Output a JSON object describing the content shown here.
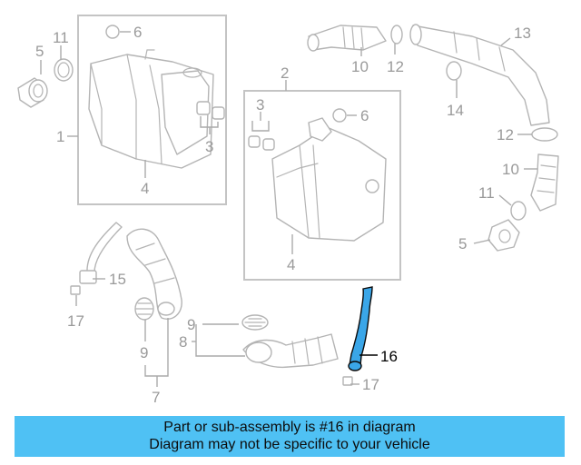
{
  "callouts": {
    "c1": "1",
    "c2": "2",
    "c3a": "3",
    "c3b": "3",
    "c4a": "4",
    "c4b": "4",
    "c5a": "5",
    "c5b": "5",
    "c6a": "6",
    "c6b": "6",
    "c7": "7",
    "c8": "8",
    "c9a": "9",
    "c9b": "9",
    "c10a": "10",
    "c10b": "10",
    "c11a": "11",
    "c11b": "11",
    "c12a": "12",
    "c12b": "12",
    "c13": "13",
    "c14": "14",
    "c15": "15",
    "c16": "16",
    "c17a": "17",
    "c17b": "17"
  },
  "highlight": {
    "part_number": "16",
    "color": "#3aa6e8"
  },
  "banner": {
    "line1": "Part or sub-assembly is #16 in diagram",
    "line2": "Diagram may not be specific to your vehicle",
    "background": "#4fc1f4"
  }
}
